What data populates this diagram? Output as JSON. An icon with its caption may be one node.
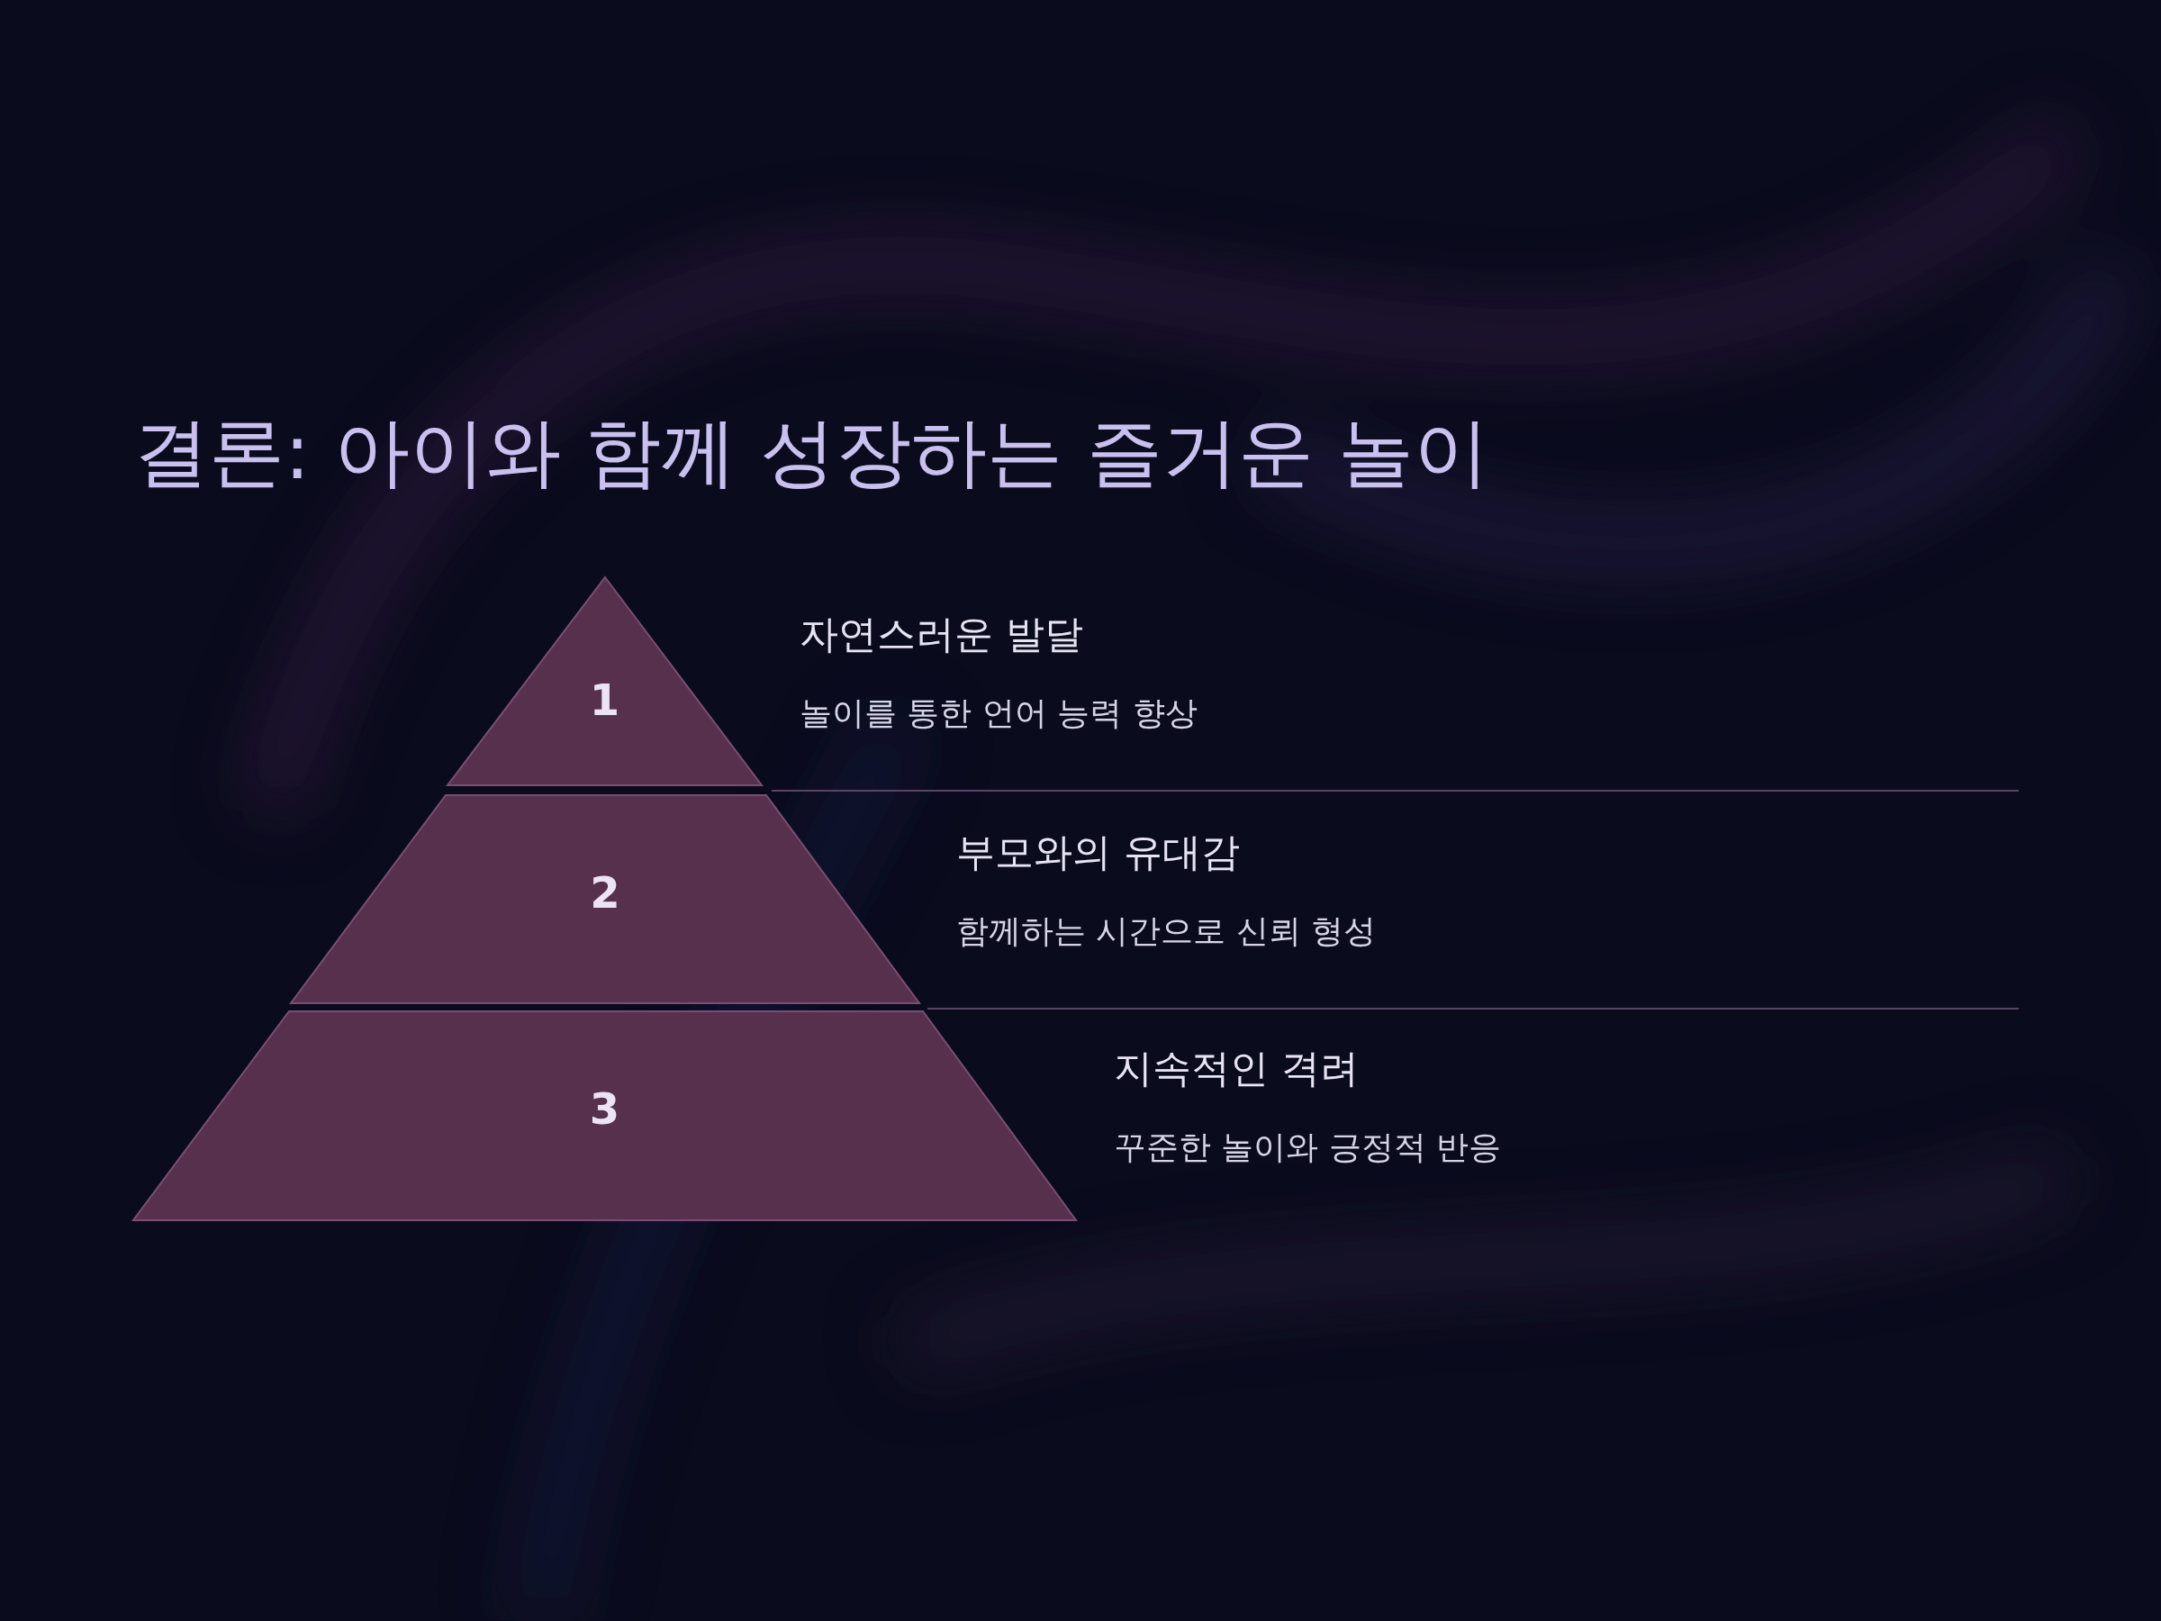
{
  "diagram": {
    "title": "결론: 아이와 함께 성장하는 즐거운 놀이",
    "nodes": [
      {
        "text": [
          "1"
        ],
        "beside": [
          "자연스러운 발달",
          "놀이를 통한 언어 능력 향상"
        ]
      },
      {
        "text": [
          "2"
        ],
        "beside": [
          "부모와의 유대감",
          "함께하는 시간으로 신뢰 형성"
        ]
      },
      {
        "text": [
          "3"
        ],
        "beside": [
          "지속적인 격려",
          "꾸준한 놀이와 긍정적 반응"
        ]
      }
    ]
  }
}
